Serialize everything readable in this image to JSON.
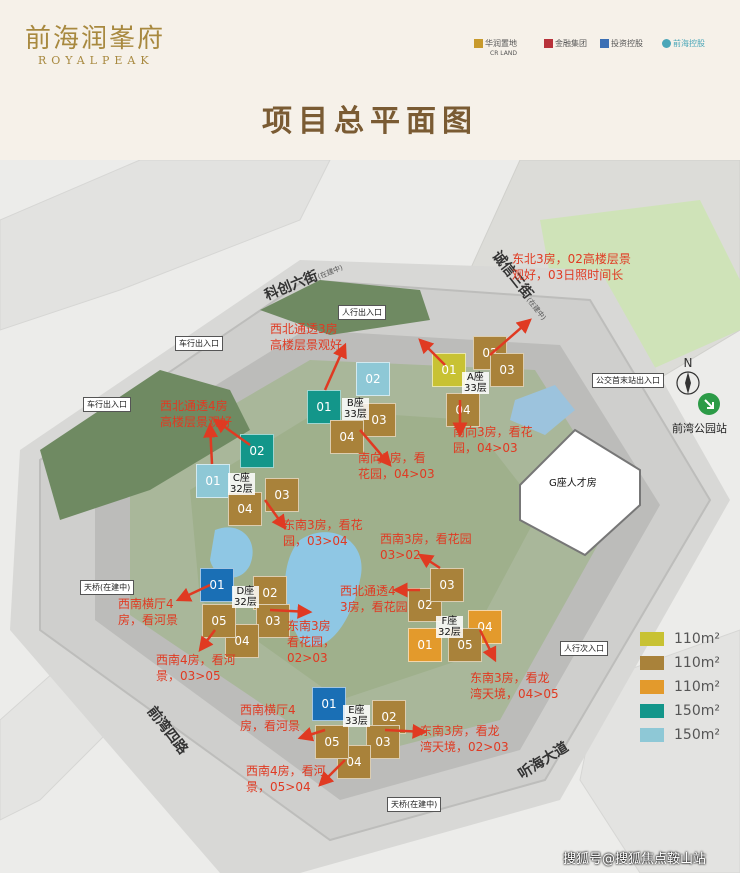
{
  "header": {
    "brand_cn": "前海润峯府",
    "brand_en": "ROYALPEAK",
    "partners": [
      {
        "name": "华润置地",
        "sub": "CR LAND",
        "color": "#c89a2c"
      },
      {
        "name": "金融集团",
        "sub": "",
        "color": "#b8323a"
      },
      {
        "name": "投资控股",
        "sub": "",
        "color": "#3b6fb4"
      },
      {
        "name": "前海控股",
        "sub": "",
        "color": "#4aa6b8"
      }
    ],
    "title": "项目总平面图"
  },
  "map": {
    "north_label": "N",
    "roads": {
      "top": {
        "name": "科创六街",
        "sub": "(在建中)"
      },
      "right": {
        "name": "诚信三街",
        "sub": "(在建中)"
      },
      "left": {
        "name": "前湾四路"
      },
      "bottom": {
        "name": "听海大道"
      }
    },
    "tags": {
      "car_entrance_1": "车行出入口",
      "car_entrance_2": "车行出入口",
      "ped_entrance_1": "人行出入口",
      "ped_entrance_2": "人行次入口",
      "bus": "公交首末站出入口",
      "bridge_1": "天桥(在建中)",
      "bridge_2": "天桥(在建中)",
      "station": "前湾公园站",
      "building_g": "G座人才房"
    },
    "buildings": [
      {
        "id": "A",
        "label": "A座",
        "floors": "33层"
      },
      {
        "id": "B",
        "label": "B座",
        "floors": "33层"
      },
      {
        "id": "C",
        "label": "C座",
        "floors": "32层"
      },
      {
        "id": "D",
        "label": "D座",
        "floors": "32层"
      },
      {
        "id": "E",
        "label": "E座",
        "floors": "33层"
      },
      {
        "id": "F",
        "label": "F座",
        "floors": "32层"
      }
    ],
    "annotations": {
      "a_ne": [
        "东北3房，02高楼层景",
        "观好，03日照时间长"
      ],
      "a_s": [
        "南向3房，看花",
        "园，04>03"
      ],
      "b_nw": [
        "西北通透3房",
        "高楼层景观好"
      ],
      "b_s": [
        "南向3房，看",
        "花园，04>03"
      ],
      "c_nw": [
        "西北通透4房",
        "高楼层景观好"
      ],
      "c_se": [
        "东南3房，看花",
        "园，03>04"
      ],
      "d_sw": [
        "西南横厅4",
        "房，看河景"
      ],
      "d_e": [
        "东南3房",
        "看花园，",
        "02>03"
      ],
      "d_w": [
        "西南4房，看河",
        "景，03>05"
      ],
      "f_nw": [
        "西北通透4",
        "3房，看花园"
      ],
      "f_n": [
        "西南3房，看花园",
        "03>02"
      ],
      "f_se": [
        "东南3房，看龙",
        "湾天境，04>05"
      ],
      "e_w": [
        "西南横厅4",
        "房，看河景"
      ],
      "e_e": [
        "东南3房，看龙",
        "湾天境，02>03"
      ],
      "e_sw": [
        "西南4房，看河",
        "景，05>04"
      ]
    },
    "legend": [
      {
        "label": "110m²",
        "color": "#c8c233"
      },
      {
        "label": "110m²",
        "color": "#a9823a"
      },
      {
        "label": "110m²",
        "color": "#e39a2c"
      },
      {
        "label": "150m²",
        "color": "#13968a"
      },
      {
        "label": "150m²",
        "color": "#8ec8d6"
      }
    ],
    "units": {
      "a01": "01",
      "a02": "02",
      "a03": "03",
      "a04": "04",
      "b01": "01",
      "b02": "02",
      "b03": "03",
      "b04": "04",
      "c01": "01",
      "c02": "02",
      "c03": "03",
      "c04": "04",
      "d01": "01",
      "d02": "02",
      "d03": "03",
      "d04": "04",
      "d05": "05",
      "e01": "01",
      "e02": "02",
      "e03": "03",
      "e04": "04",
      "e05": "05",
      "f01": "01",
      "f02": "02",
      "f03": "03",
      "f04": "04",
      "f05": "05"
    }
  },
  "watermark": "搜狐号@搜狐焦点鞍山站"
}
